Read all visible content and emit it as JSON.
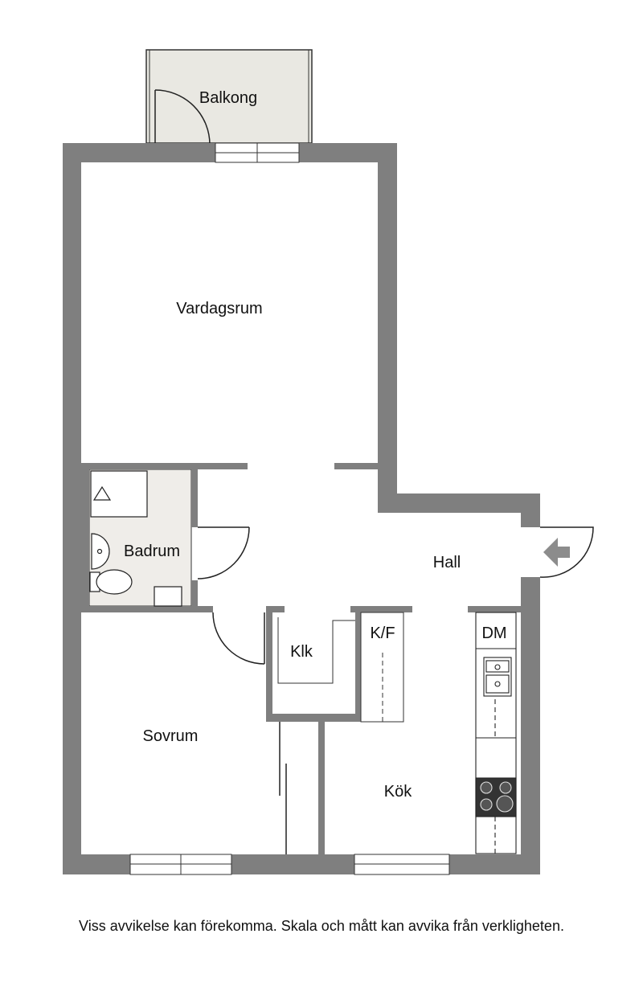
{
  "rooms": {
    "balkong": "Balkong",
    "vardagsrum": "Vardagsrum",
    "badrum": "Badrum",
    "hall": "Hall",
    "klk": "Klk",
    "kf": "K/F",
    "dm": "DM",
    "sovrum": "Sovrum",
    "kok": "Kök"
  },
  "disclaimer": "Viss avvikelse kan förekomma. Skala och mått kan avvika från verkligheten.",
  "colors": {
    "wall": "#7f7f7f",
    "floor": "#ffffff",
    "wet_room": "#efede9",
    "balcony": "#e9e8e2",
    "line": "#1a1a1a",
    "arrow": "#8c8c8c"
  }
}
